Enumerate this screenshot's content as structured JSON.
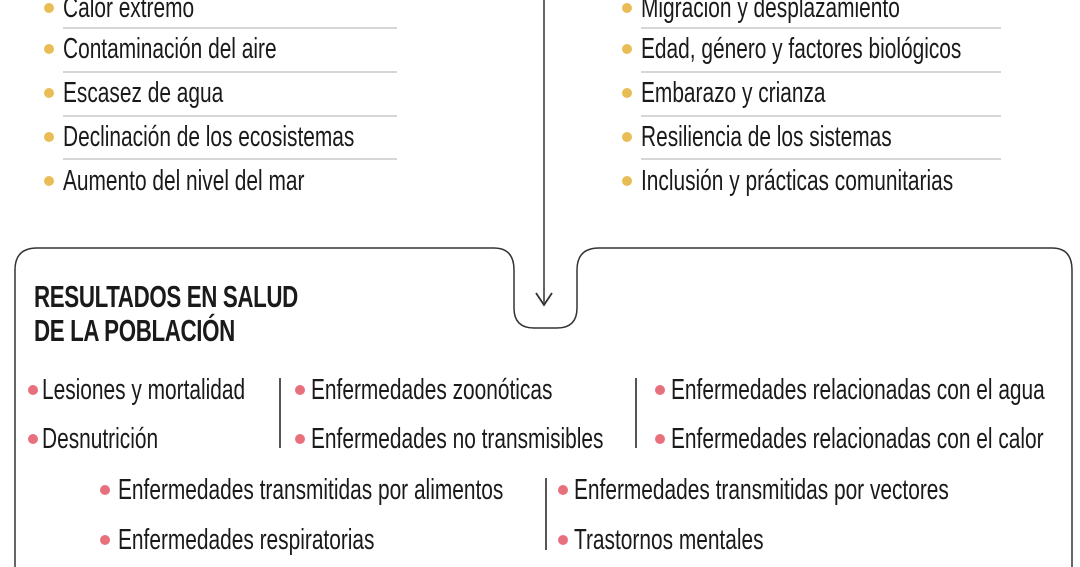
{
  "exposures": {
    "items": [
      {
        "label": "Calor extremo"
      },
      {
        "label": "Contaminación del aire"
      },
      {
        "label": "Escasez de agua"
      },
      {
        "label": "Declinación de los ecosistemas"
      },
      {
        "label": "Aumento del nivel del mar"
      }
    ]
  },
  "vulnerability": {
    "items": [
      {
        "label": "Migración y desplazamiento"
      },
      {
        "label": "Edad, género y factores biológicos"
      },
      {
        "label": "Embarazo y crianza"
      },
      {
        "label": "Resiliencia de los sistemas"
      },
      {
        "label": "Inclusión y prácticas comunitarias"
      }
    ]
  },
  "outcomes": {
    "title_line1": "RESULTADOS EN SALUD",
    "title_line2": "DE LA POBLACIÓN",
    "items": [
      {
        "label": "Lesiones y mortalidad"
      },
      {
        "label": "Desnutrición"
      },
      {
        "label": "Enfermedades zoonóticas"
      },
      {
        "label": "Enfermedades no transmisibles"
      },
      {
        "label": "Enfermedades relacionadas con el agua"
      },
      {
        "label": "Enfermedades relacionadas con el calor"
      },
      {
        "label": "Enfermedades transmitidas por alimentos"
      },
      {
        "label": "Enfermedades respiratorias"
      },
      {
        "label": "Enfermedades transmitidas por vectores"
      },
      {
        "label": "Trastornos mentales"
      }
    ]
  },
  "colors": {
    "exposure_bullet": "#e9bd55",
    "outcome_bullet": "#e8707d",
    "line": "#555555"
  }
}
